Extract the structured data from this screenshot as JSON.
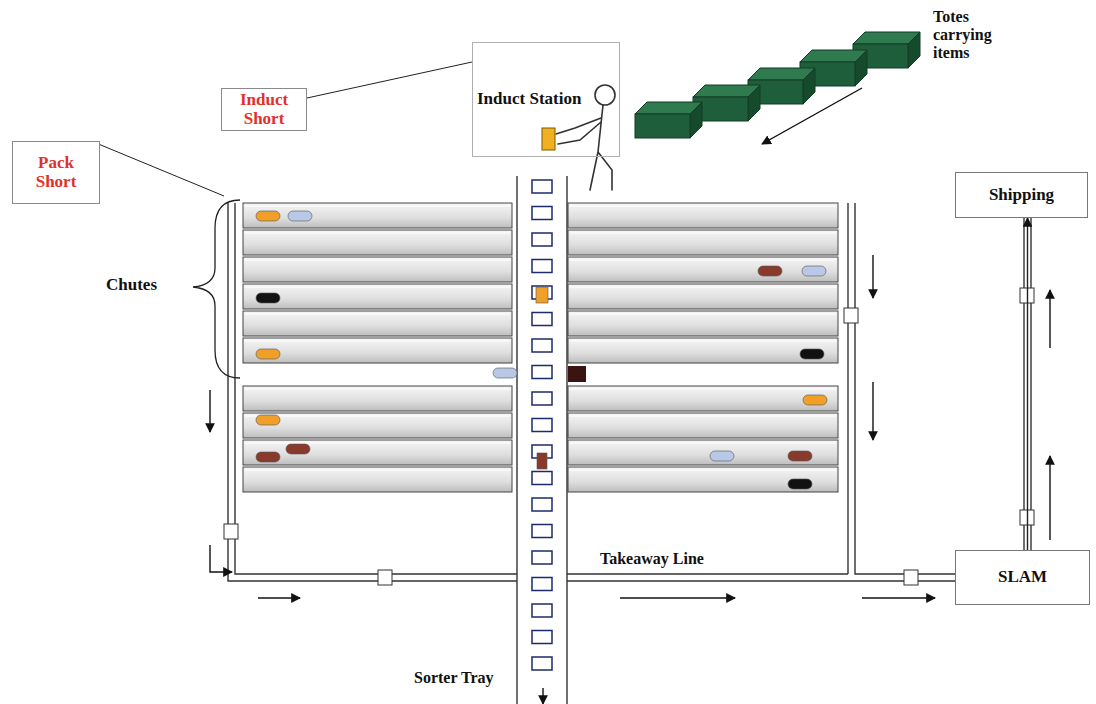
{
  "diagram": {
    "nodes": [
      {
        "text": [
          "Induct Station"
        ]
      },
      {
        "text": [
          "Induct Short"
        ]
      },
      {
        "text": [
          "Pack Short"
        ]
      },
      {
        "text": [
          "Shipping"
        ]
      },
      {
        "text": [
          "SLAM"
        ]
      }
    ],
    "edges": [
      {
        "from": 1,
        "to": 0,
        "arrow": "none"
      },
      {
        "from": 4,
        "to": 3,
        "arrow": "to"
      }
    ],
    "labels": [
      "Totes carrying items",
      "Chutes",
      "Takeaway Line",
      "Sorter Tray"
    ]
  }
}
